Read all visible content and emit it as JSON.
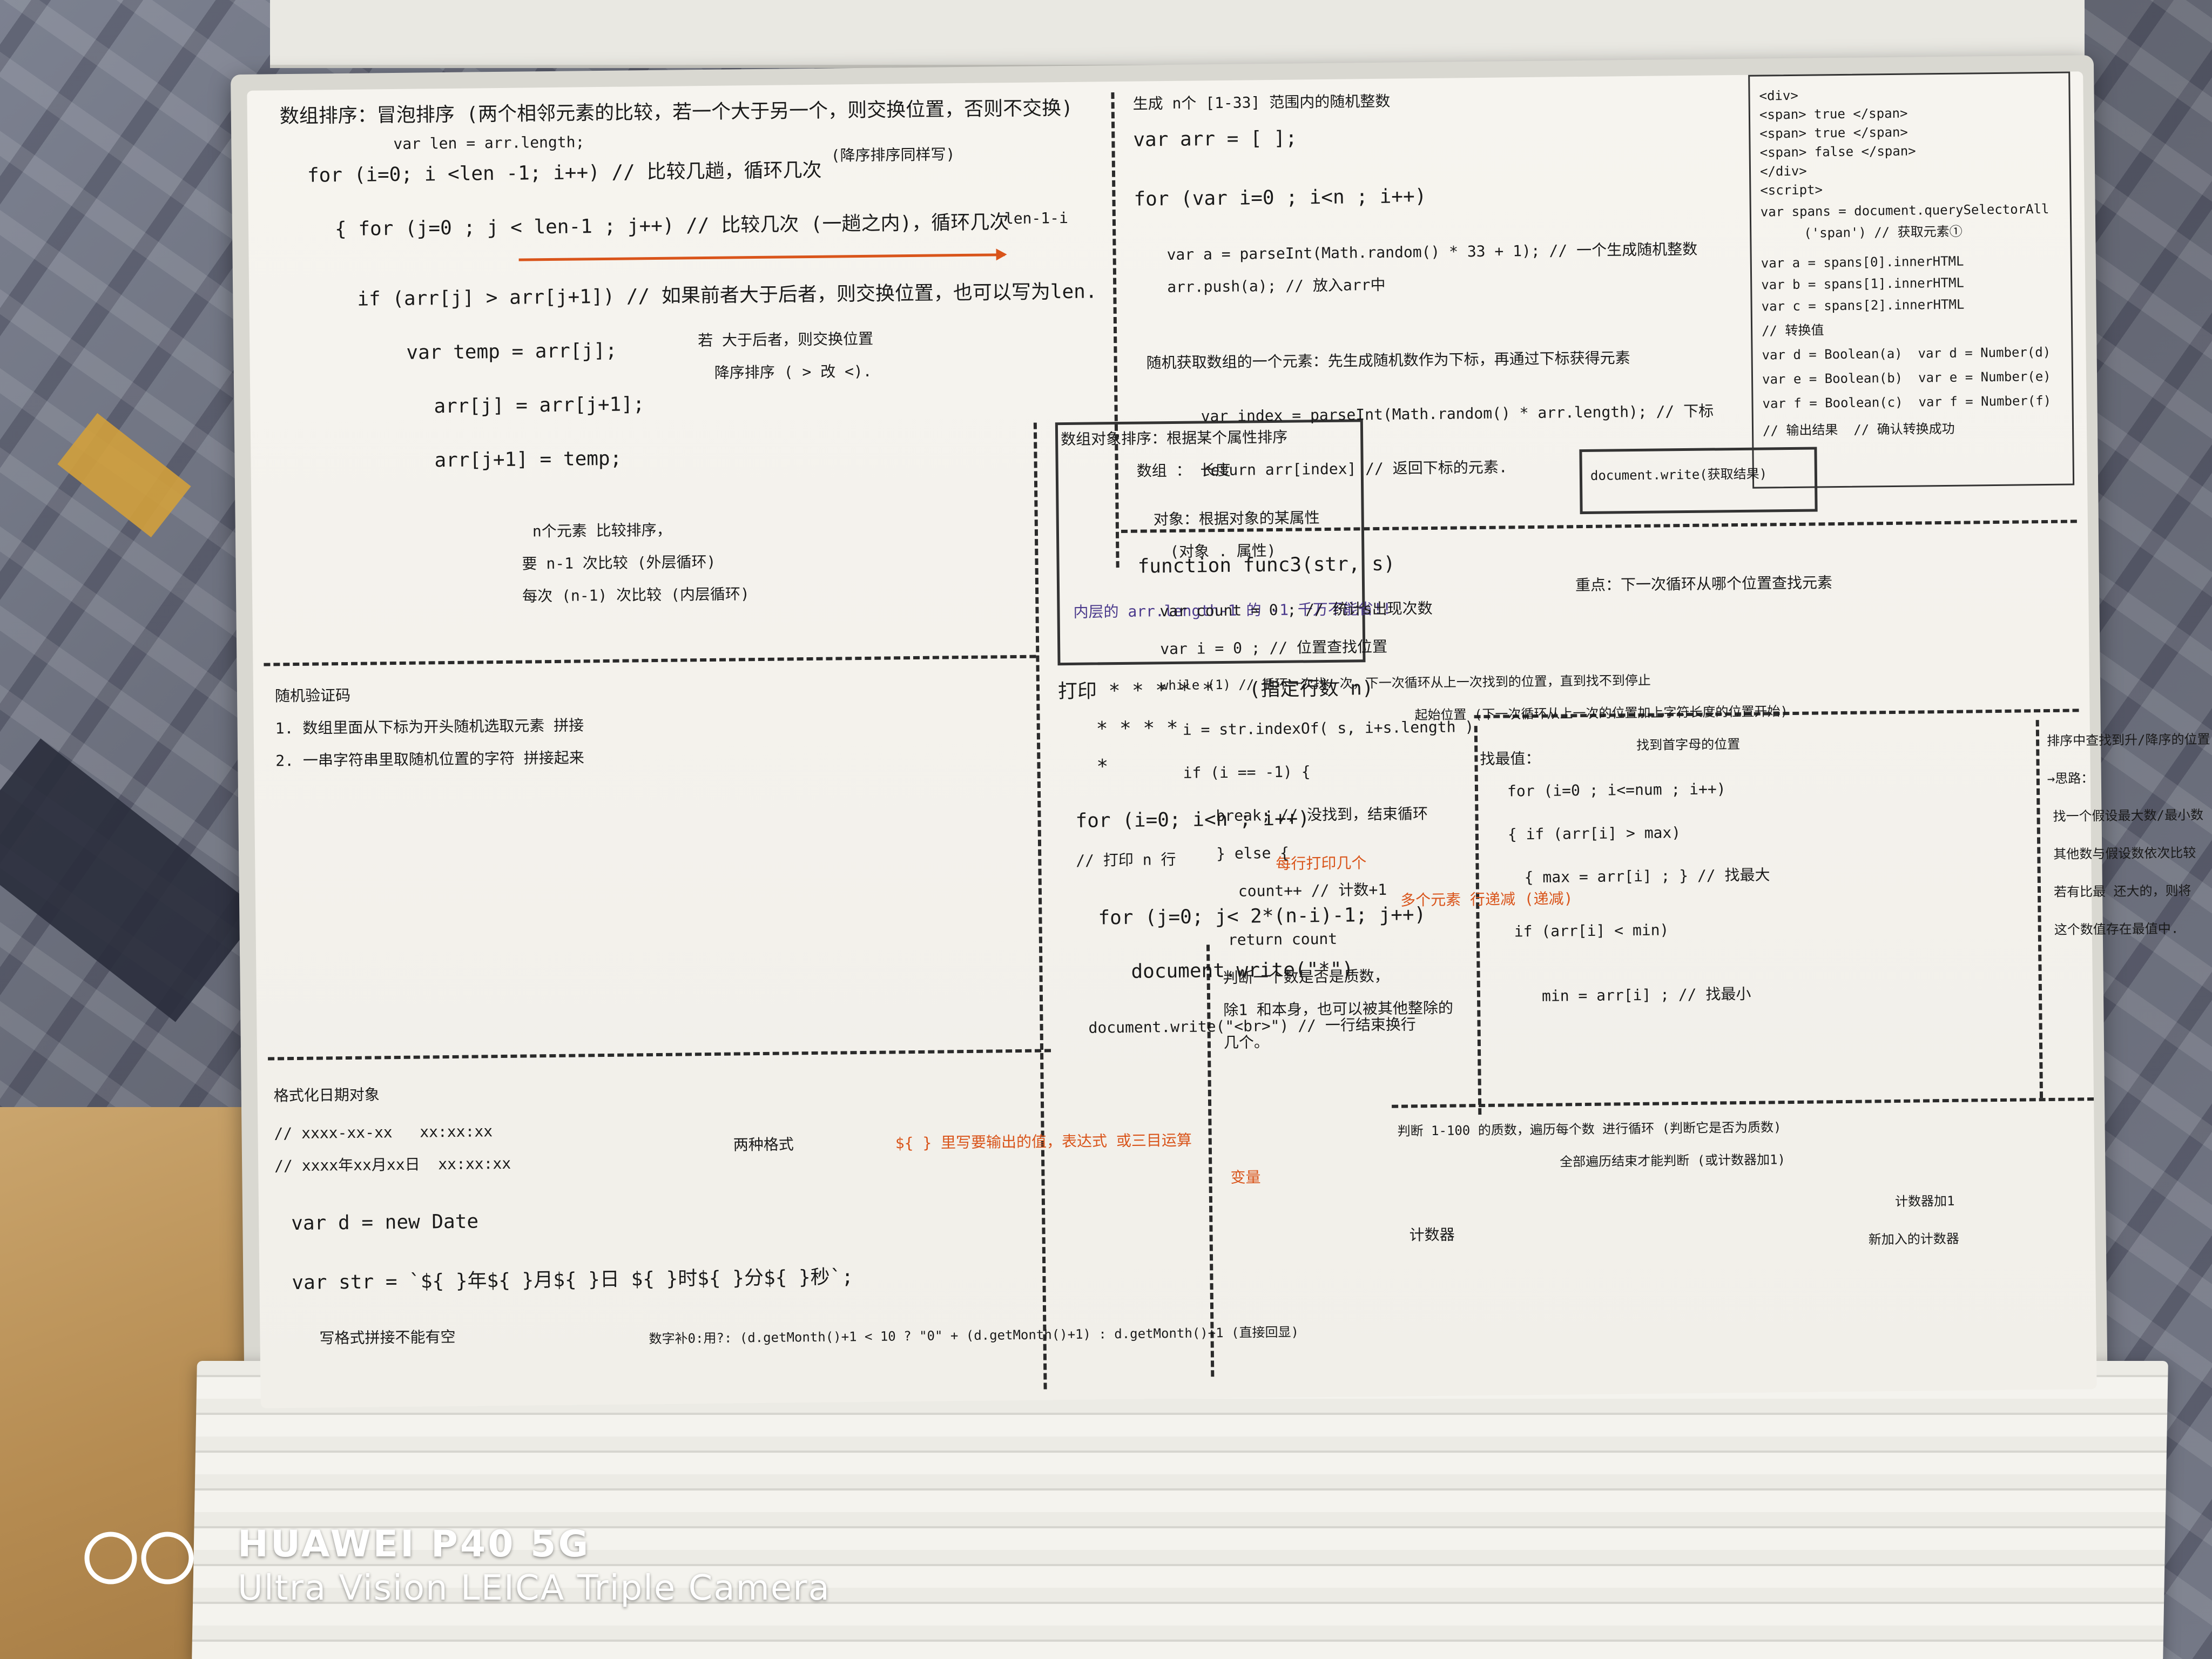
{
  "notes": {
    "bubble_sort": {
      "line1": "数组排序：冒泡排序 (两个相邻元素的比较，若一个大于另一个，则交换位置，否则不交换)",
      "line2": "var len = arr.length;",
      "line3": "(降序排序同样写)",
      "line4": "for (i=0; i <len -1; i++) // 比较几趟，循环几次",
      "line5": "{ for (j=0 ; j < len-1 ; j++) // 比较几次 (一趟之内)，循环几次",
      "line6": "if (arr[j] > arr[j+1]) // 如果前者大于后者，则交换位置，也可以写为len.",
      "line7": "若 大于后者，则交换位置",
      "line8": "降序排序 ( > 改 <).",
      "line9": "var temp = arr[j];",
      "line10": "arr[j] = arr[j+1];",
      "line11": "arr[j+1] = temp;",
      "line12": "n个元素 比较排序，",
      "line13": "要 n-1 次比较 (外层循环)",
      "line14": "每次 (n-1) 次比较 (内层循环)",
      "side": "len-1-i"
    },
    "random_code": {
      "title": "随机验证码",
      "line1": "1. 数组里面从下标为开头随机选取元素 拼接",
      "line2": "2. 一串字符串里取随机位置的字符 拼接起来"
    },
    "object_sort": {
      "title": "数组对象排序：根据某个属性排序",
      "line1": "数组 ： 长度",
      "line2": "对象：根据对象的某属性",
      "line3": "(对象 . 属性)",
      "line4": "内层的 arr.length-1 的 -1 千万不能省!!"
    },
    "random_nums": {
      "line1": "生成 n个 [1-33] 范围内的随机整数",
      "line2": "var arr = [ ];",
      "line3": "for (var i=0 ; i<n ; i++)",
      "line4": "var a = parseInt(Math.random() * 33 + 1); // 一个生成随机整数",
      "line5": "arr.push(a); // 放入arr中"
    },
    "random_pick": {
      "line1": "随机获取数组的一个元素：先生成随机数作为下标，再通过下标获得元素",
      "line2": "var index = parseInt(Math.random() * arr.length); // 下标",
      "line3": "return arr[index] // 返回下标的元素.",
      "line4": "document.write(获取结果)"
    },
    "span_demo": {
      "line1": "<div>",
      "line2": "<span> true </span>",
      "line3": "<span> true </span>",
      "line4": "<span> false </span>",
      "line5": "</div>",
      "line6": "<script>",
      "line7": "var spans = document.querySelectorAll",
      "line8": "('span') // 获取元素①",
      "line9": "var a = spans[0].innerHTML",
      "line10": "var b = spans[1].innerHTML",
      "line11": "var c = spans[2].innerHTML",
      "line12": "// 转换值",
      "line13": "var d = Boolean(a)  var d = Number(d)",
      "line14": "var e = Boolean(b)  var e = Number(e)",
      "line15": "var f = Boolean(c)  var f = Number(f)",
      "line16": "// 输出结果  // 确认转换成功"
    },
    "star_print": {
      "line1": "打印 * * * * *   (指定行数 n)",
      "line2": "* * * *",
      "line3": "*",
      "line4": "for (i=0; i<n ; i++)",
      "line5": "// 打印 n 行",
      "line6": "for (j=0; j< 2*(n-i)-1; j++)",
      "line7": "document.write(\"*\")",
      "line8": "document.write(\"<br>\") // 一行结束换行",
      "note1": "每行打印几个",
      "note2": "多个元素 行递减 (递减)"
    },
    "func_count": {
      "line1": "function func3(str, s)",
      "line2": "var count = 0 ; // 统计s出现次数",
      "line3": "var i = 0 ; // 位置查找位置",
      "line4": "while (1) // 循环一次找一次，下一次循环从上一次找到的位置，直到找不到停止",
      "line5": "i = str.indexOf( s, i+s.length )",
      "line6": "if (i == -1) {",
      "line7": "break; // 没找到，结束循环",
      "line8": "} else {",
      "line9": "count++ // 计数+1",
      "line10": "return count",
      "note1": "重点：下一次循环从哪个位置查找元素",
      "note2": "起始位置 (下一次循环从上一次的位置加上字符长度的位置开始)",
      "note3": "找到首字母的位置"
    },
    "prime": {
      "line1": "判断一个数是否是质数，",
      "line2": "除1 和本身，也可以被其他整除的",
      "line3": "几个。"
    },
    "max_min": {
      "title": "找最值：",
      "line1": "for (i=0 ; i<=num ; i++)",
      "line2": "{ if (arr[i] > max)",
      "line3": "{ max = arr[i] ; } // 找最大",
      "line4": "if (arr[i] < min)",
      "line5": "min = arr[i] ; // 找最小"
    },
    "sort_note": {
      "title": "排序中查找到升/降序的位置",
      "line1": "→思路：",
      "line2": "找一个假设最大数/最小数",
      "line3": "其他数与假设数依次比较",
      "line4": "若有比最 还大的，则将",
      "line5": "这个数值存在最值中."
    },
    "prime_loop": {
      "line1": "判断 1-100 的质数，遍历每个数 进行循环 (判断它是否为质数)",
      "line2": "全部遍历结束才能判断 (或计数器加1)",
      "line3": "计数器",
      "line4": "计数器加1",
      "line5": "新加入的计数器"
    },
    "date_fmt": {
      "title": "格式化日期对象",
      "line1": "// xxxx-xx-xx   xx:xx:xx",
      "line2": "// xxxx年xx月xx日  xx:xx:xx",
      "line3": "两种格式",
      "line4": "var d = new Date",
      "line5": "var str = `${ }年${ }月${ }日 ${ }时${ }分${ }秒`;",
      "line6": "写格式拼接不能有空",
      "line7": "数字补0:用?: (d.getMonth()+1 < 10 ? \"0\" + (d.getMonth()+1) : d.getMonth()+1 (直接回显)",
      "orange1": "${ } 里写要输出的值，表达式 或三目运算",
      "orange2": "变量"
    }
  },
  "watermark": {
    "model": "HUAWEI P40 5G",
    "camera": "Ultra Vision LEICA Triple Camera"
  }
}
